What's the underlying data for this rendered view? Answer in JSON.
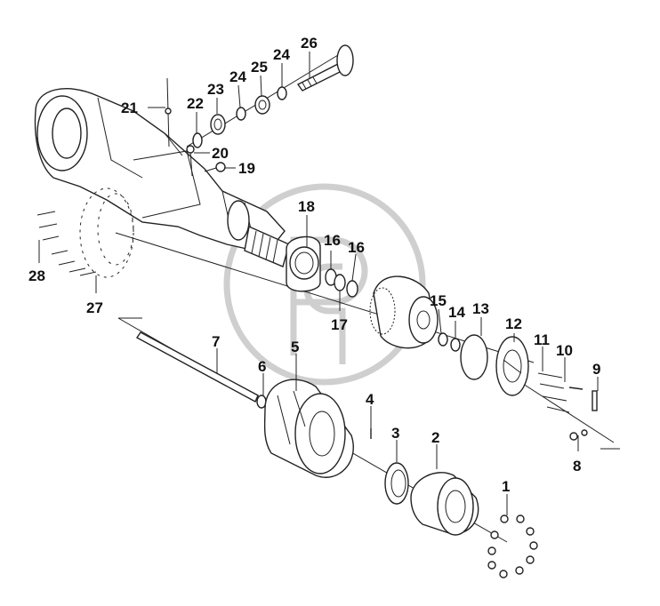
{
  "diagram": {
    "labels": {
      "p1": "1",
      "p2": "2",
      "p3": "3",
      "p4": "4",
      "p5": "5",
      "p6": "6",
      "p7": "7",
      "p8": "8",
      "p9": "9",
      "p10": "10",
      "p11": "11",
      "p12": "12",
      "p13": "13",
      "p14": "14",
      "p15": "15",
      "p16a": "16",
      "p16b": "16",
      "p17": "17",
      "p18": "18",
      "p19": "19",
      "p20": "20",
      "p21": "21",
      "p22": "22",
      "p23": "23",
      "p24a": "24",
      "p24b": "24",
      "p25": "25",
      "p26": "26",
      "p27": "27",
      "p28": "28"
    }
  }
}
